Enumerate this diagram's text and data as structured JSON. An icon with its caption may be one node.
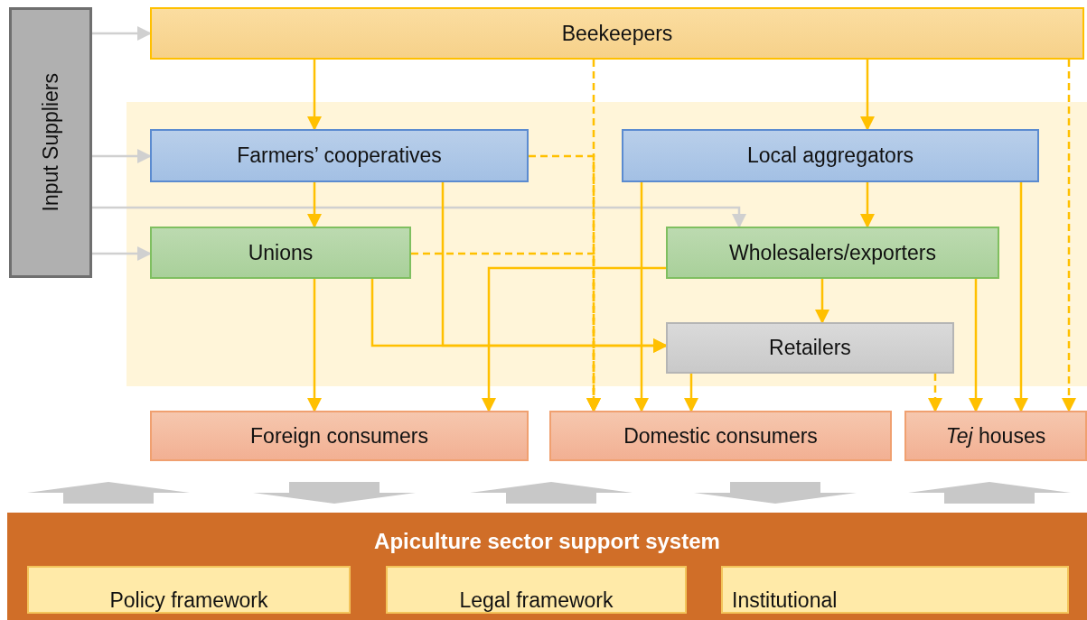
{
  "diagram": {
    "nodes": [
      {
        "text": [
          "Input Suppliers"
        ]
      },
      {
        "text": [
          "Beekeepers"
        ]
      },
      {
        "text": [
          "Farmers’ cooperatives"
        ]
      },
      {
        "text": [
          "Local aggregators"
        ]
      },
      {
        "text": [
          "Unions"
        ]
      },
      {
        "text": [
          "Wholesalers/exporters"
        ]
      },
      {
        "text": [
          "Retailers"
        ]
      },
      {
        "text": [
          "Foreign consumers"
        ]
      },
      {
        "text": [
          "Domestic consumers"
        ]
      },
      {
        "text": [
          "*Tej* houses"
        ]
      },
      {
        "text": [
          "Apiculture sector support system"
        ]
      },
      {
        "text": [
          "Policy framework"
        ],
        "in": 10
      },
      {
        "text": [
          "Legal framework"
        ],
        "in": 10
      },
      {
        "text": [
          "Institutional"
        ],
        "in": 10
      }
    ],
    "edges": [
      {
        "from": 0,
        "to": 1,
        "arrow": "to",
        "color": "#d0d0d0"
      },
      {
        "from": 0,
        "to": 2,
        "arrow": "to",
        "color": "#d0d0d0"
      },
      {
        "from": 0,
        "to": 4,
        "arrow": "to",
        "color": "#d0d0d0"
      },
      {
        "from": 0,
        "to": 5,
        "arrow": "to",
        "color": "#d0d0d0"
      },
      {
        "from": 1,
        "to": 2,
        "arrow": "to"
      },
      {
        "from": 1,
        "to": 3,
        "arrow": "to"
      },
      {
        "from": 1,
        "to": 8,
        "arrow": "to",
        "style": "dashed"
      },
      {
        "from": 1,
        "to": 9,
        "arrow": "to",
        "style": "dashed"
      },
      {
        "from": 2,
        "to": 8,
        "arrow": "to",
        "style": "dashed"
      },
      {
        "from": 2,
        "to": 4,
        "arrow": "to"
      },
      {
        "from": 2,
        "to": 6,
        "arrow": "to"
      },
      {
        "from": 3,
        "to": 8,
        "arrow": "to"
      },
      {
        "from": 3,
        "to": 5,
        "arrow": "to"
      },
      {
        "from": 3,
        "to": 9,
        "arrow": "to"
      },
      {
        "from": 4,
        "to": 8,
        "arrow": "to",
        "style": "dashed"
      },
      {
        "from": 4,
        "to": 7,
        "arrow": "to"
      },
      {
        "from": 4,
        "to": 6,
        "arrow": "to"
      },
      {
        "from": 5,
        "to": 7,
        "arrow": "to"
      },
      {
        "from": 5,
        "to": 6,
        "arrow": "to"
      },
      {
        "from": 5,
        "to": 9,
        "arrow": "to"
      },
      {
        "from": 6,
        "to": 8,
        "arrow": "to"
      },
      {
        "from": 6,
        "to": 9,
        "arrow": "to",
        "style": "dashed"
      },
      {
        "from": 10,
        "to": 7,
        "arrow": "to",
        "style": "thick",
        "color": "#c8c8c8"
      },
      {
        "from": 7,
        "to": 10,
        "arrow": "to",
        "style": "thick",
        "color": "#c8c8c8"
      },
      {
        "from": 10,
        "to": 8,
        "arrow": "to",
        "style": "thick",
        "color": "#c8c8c8"
      },
      {
        "from": 8,
        "to": 10,
        "arrow": "to",
        "style": "thick",
        "color": "#c8c8c8"
      },
      {
        "from": 10,
        "to": 9,
        "arrow": "to",
        "style": "thick",
        "color": "#c8c8c8"
      }
    ]
  }
}
